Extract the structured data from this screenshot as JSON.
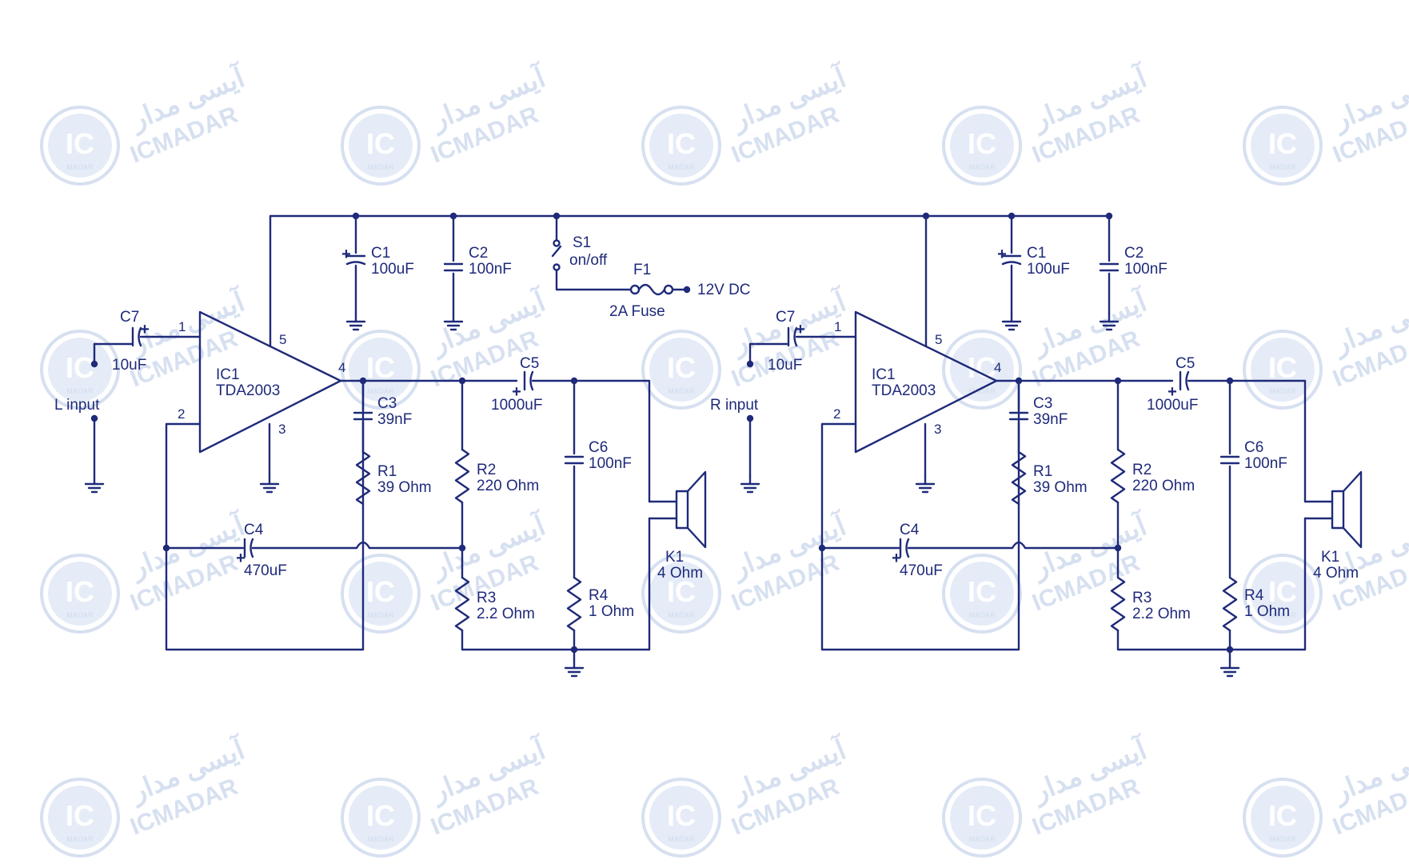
{
  "watermark": {
    "brand_fa": "آیسی مدار",
    "brand_en": "ICMADAR",
    "logo_letters": "IC",
    "logo_sub": "MADAR",
    "color": "#c9d6ec"
  },
  "colors": {
    "wire": "#1f2a7a",
    "background": "#ffffff"
  },
  "supply": {
    "switch_name": "S1",
    "switch_desc": "on/off",
    "fuse_name": "F1",
    "fuse_desc": "2A Fuse",
    "dc_label": "12V DC"
  },
  "channels": [
    {
      "input_label": "L input",
      "c7_name": "C7",
      "c7_value": "10uF",
      "ic_name": "IC1",
      "ic_part": "TDA2003",
      "pin1": "1",
      "pin2": "2",
      "pin3": "3",
      "pin4": "4",
      "pin5": "5",
      "c1_name": "C1",
      "c1_value": "100uF",
      "c2_name": "C2",
      "c2_value": "100nF",
      "c3_name": "C3",
      "c3_value": "39nF",
      "c4_name": "C4",
      "c4_value": "470uF",
      "c5_name": "C5",
      "c5_value": "1000uF",
      "c6_name": "C6",
      "c6_value": "100nF",
      "r1_name": "R1",
      "r1_value": "39 Ohm",
      "r2_name": "R2",
      "r2_value": "220 Ohm",
      "r3_name": "R3",
      "r3_value": "2.2 Ohm",
      "r4_name": "R4",
      "r4_value": "1 Ohm",
      "k1_name": "K1",
      "k1_value": "4 Ohm"
    },
    {
      "input_label": "R input",
      "c7_name": "C7",
      "c7_value": "10uF",
      "ic_name": "IC1",
      "ic_part": "TDA2003",
      "pin1": "1",
      "pin2": "2",
      "pin3": "3",
      "pin4": "4",
      "pin5": "5",
      "c1_name": "C1",
      "c1_value": "100uF",
      "c2_name": "C2",
      "c2_value": "100nF",
      "c3_name": "C3",
      "c3_value": "39nF",
      "c4_name": "C4",
      "c4_value": "470uF",
      "c5_name": "C5",
      "c5_value": "1000uF",
      "c6_name": "C6",
      "c6_value": "100nF",
      "r1_name": "R1",
      "r1_value": "39 Ohm",
      "r2_name": "R2",
      "r2_value": "220 Ohm",
      "r3_name": "R3",
      "r3_value": "2.2 Ohm",
      "r4_name": "R4",
      "r4_value": "1 Ohm",
      "k1_name": "K1",
      "k1_value": "4 Ohm"
    }
  ]
}
